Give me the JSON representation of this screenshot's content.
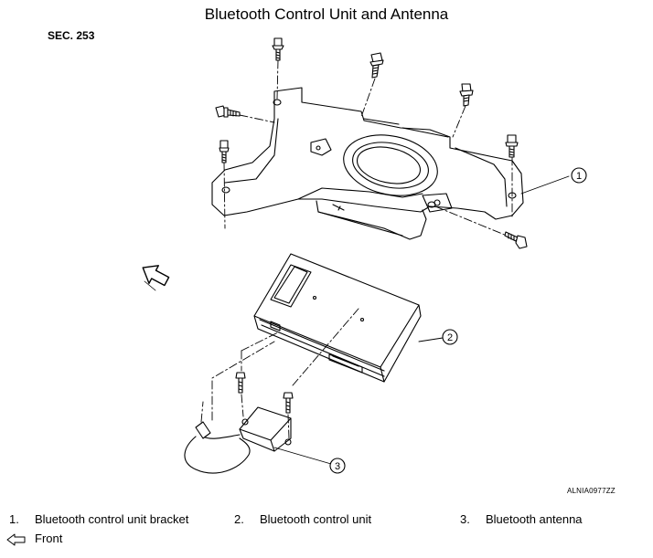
{
  "title": "Bluetooth Control Unit and Antenna",
  "section": "SEC. 253",
  "figure_code": "ALNIA0977ZZ",
  "callouts": [
    "1",
    "2",
    "3"
  ],
  "legend": [
    {
      "num": "1.",
      "text": "Bluetooth control unit bracket"
    },
    {
      "num": "2.",
      "text": "Bluetooth control unit"
    },
    {
      "num": "3.",
      "text": "Bluetooth antenna"
    }
  ],
  "front_label": "Front",
  "icons": {
    "front": "front-arrow-icon"
  }
}
